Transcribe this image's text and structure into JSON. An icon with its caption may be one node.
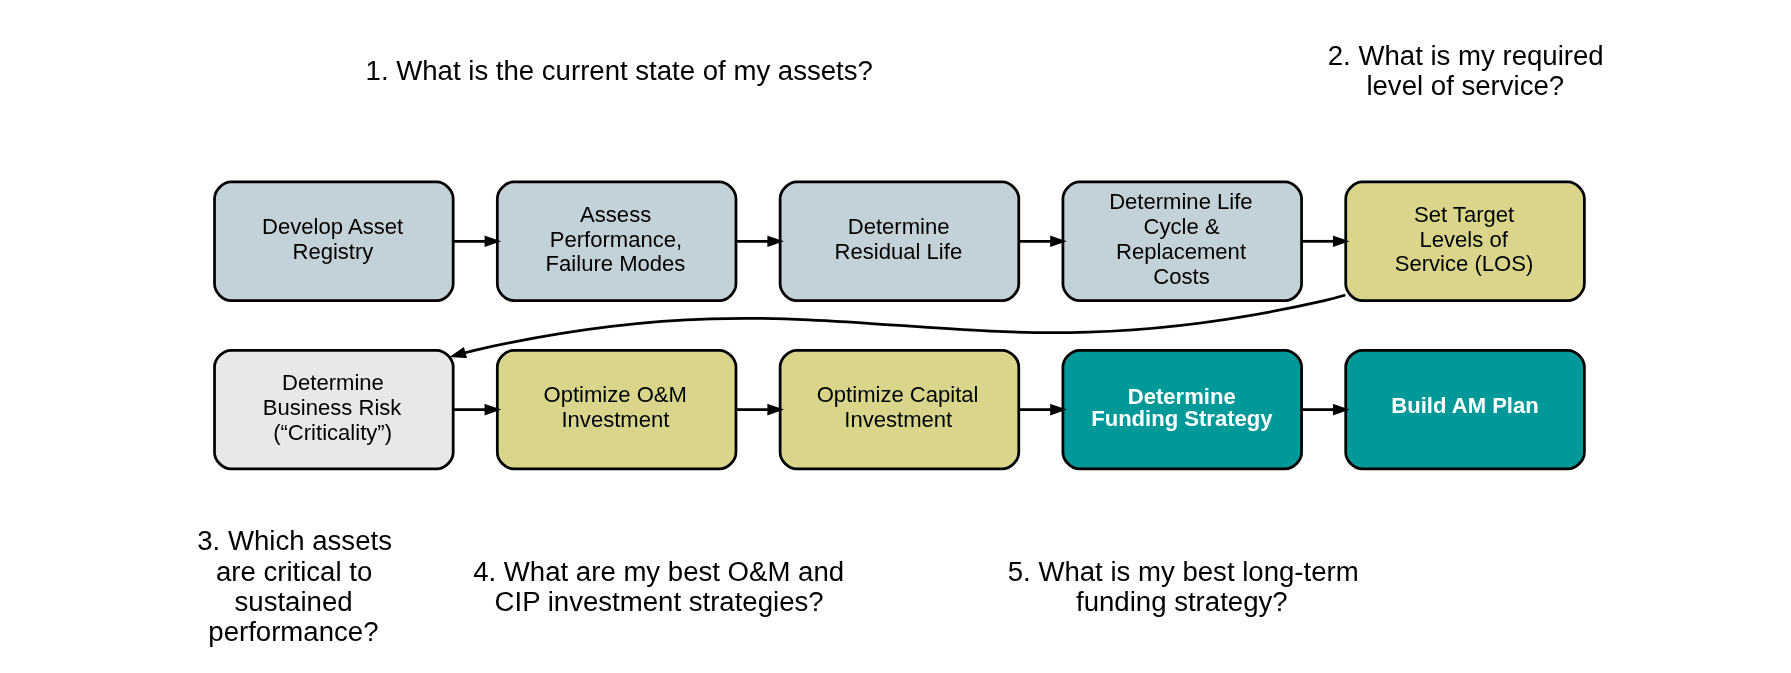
{
  "diagram": {
    "nodes": [
      {
        "text": [
          "Develop Asset Registry"
        ]
      },
      {
        "text": [
          "Assess Performance, Failure Modes"
        ]
      },
      {
        "text": [
          "Determine Residual Life"
        ]
      },
      {
        "text": [
          "Determine Life Cycle & Replacement Costs"
        ]
      },
      {
        "text": [
          "Set Target Levels of Service (LOS)"
        ]
      },
      {
        "text": [
          "Determine Business Risk (“Criticality”)"
        ]
      },
      {
        "text": [
          "Optimize O&M Investment"
        ]
      },
      {
        "text": [
          "Optimize Capital Investment"
        ]
      },
      {
        "text": [
          "Determine Funding Strategy"
        ]
      },
      {
        "text": [
          "Build AM Plan"
        ]
      }
    ],
    "edges": [
      {
        "from": 0,
        "to": 1,
        "arrow": "to"
      },
      {
        "from": 1,
        "to": 2,
        "arrow": "to"
      },
      {
        "from": 2,
        "to": 3,
        "arrow": "to"
      },
      {
        "from": 3,
        "to": 4,
        "arrow": "to"
      },
      {
        "from": 4,
        "to": 5,
        "arrow": "to"
      },
      {
        "from": 5,
        "to": 6,
        "arrow": "to"
      },
      {
        "from": 6,
        "to": 7,
        "arrow": "to"
      },
      {
        "from": 7,
        "to": 8,
        "arrow": "to"
      },
      {
        "from": 8,
        "to": 9,
        "arrow": "to"
      }
    ],
    "labels": [
      "1. What is the current state of my assets?",
      "2. What is my required level of service?",
      "3. Which assets are critical to sustained performance?",
      "4. What are my best O&M and CIP investment strategies?",
      "5. What is my best long-term funding strategy?"
    ]
  }
}
